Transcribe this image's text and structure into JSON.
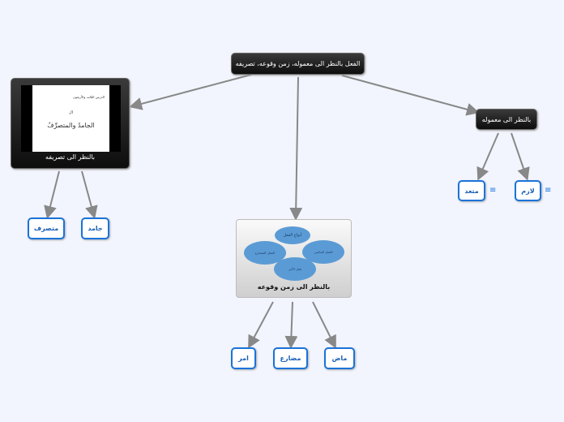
{
  "root": {
    "label": "الفعل بالنظر الى معموله، زمن وقوعه، تصريفه"
  },
  "left": {
    "label": "بالنظر الى تصريفه",
    "image_lines": [
      "الدرس الثالث والأربعون",
      "ال",
      "الجامدُ والمتصرِّفُ"
    ],
    "children": [
      "متصرف",
      "جامد"
    ]
  },
  "right": {
    "label": "بالنظر الى معموله",
    "children": [
      "متعد",
      "لازم"
    ],
    "note_icon": "menu-lines-icon"
  },
  "center": {
    "label": "بالنظر الى زمن وقوعه",
    "image_lines": [
      "أنواع الفعل",
      "الفعل الماضي",
      "الفعل المضارع",
      "فعل الأمر"
    ],
    "children": [
      "امر",
      "مضارع",
      "ماض"
    ]
  },
  "colors": {
    "accent": "#1a73d9",
    "connector": "#888888"
  }
}
